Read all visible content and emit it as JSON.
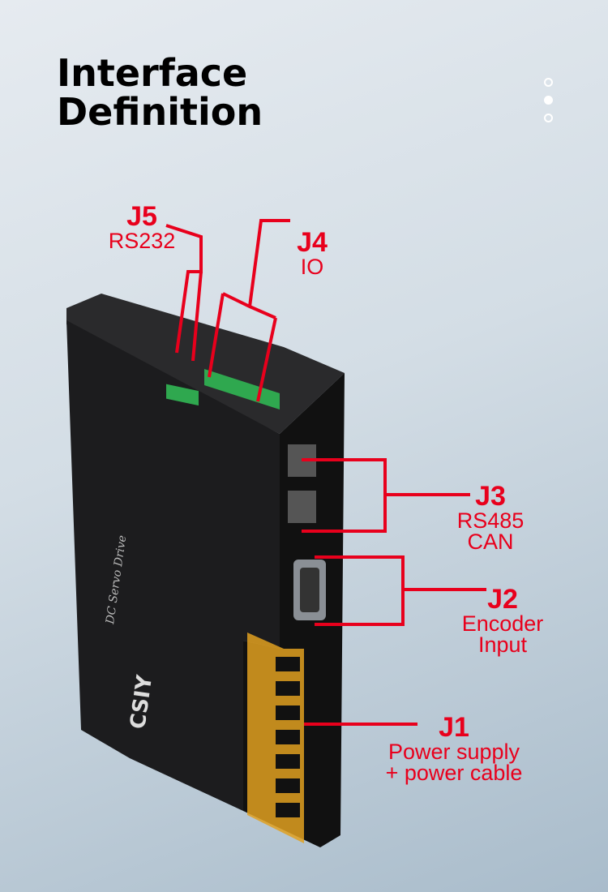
{
  "title": {
    "line1": "Interface",
    "line2": "Definition"
  },
  "pager": {
    "count": 3,
    "active": 1
  },
  "device_text": {
    "model": "DC Servo Drive",
    "brand": "CSIY"
  },
  "labels": [
    {
      "id": "J5",
      "desc1": "RS232",
      "desc2": ""
    },
    {
      "id": "J4",
      "desc1": "IO",
      "desc2": ""
    },
    {
      "id": "J3",
      "desc1": "RS485",
      "desc2": "CAN"
    },
    {
      "id": "J2",
      "desc1": "Encoder",
      "desc2": "Input"
    },
    {
      "id": "J1",
      "desc1": "Power supply",
      "desc2": "+ power cable"
    }
  ],
  "colors": {
    "accent": "#e8001c",
    "device": "#1c1c1e",
    "terminal": "#2fa84f",
    "power_cover": "#e0a020"
  }
}
